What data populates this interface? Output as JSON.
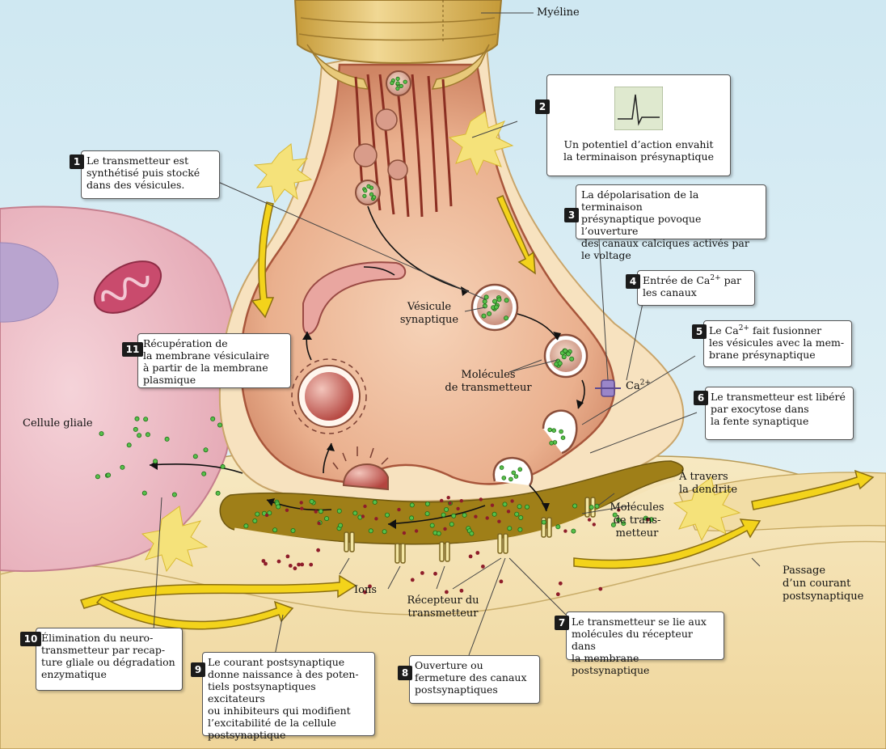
{
  "labels": {
    "myelin": "Myéline",
    "glial_cell": "Cellule gliale",
    "vesicle_line1": "Vésicule",
    "vesicle_line2": "synaptique",
    "transmitter_molecules_line1": "Molécules",
    "transmitter_molecules_line2": "de transmetteur",
    "calcium": "Ca",
    "calcium_charge": "2+",
    "dendrite_line1": "À travers",
    "dendrite_line2": "la dendrite",
    "right_molecules_line1": "Molécules",
    "right_molecules_line2": "de trans-",
    "right_molecules_line3": "metteur",
    "ions": "Ions",
    "receptor_line1": "Récepteur du",
    "receptor_line2": "transmetteur",
    "current_line1": "Passage",
    "current_line2": "d’un courant",
    "current_line3": "postsynaptique"
  },
  "steps": [
    {
      "num": "1",
      "lines": [
        "Le transmetteur est",
        "synthétisé puis stocké",
        "dans des vésicules."
      ]
    },
    {
      "num": "2",
      "lines": [
        "Un potentiel d’action envahit",
        "la terminaison présynaptique"
      ]
    },
    {
      "num": "3",
      "lines": [
        "La dépolarisation de la terminaison",
        "présynaptique povoque l’ouverture",
        "des canaux calciques activés par",
        "le voltage"
      ]
    },
    {
      "num": "4",
      "line1_pre": "Entrée de Ca",
      "line1_sup": "2+",
      "line1_post": " par",
      "line2": "les canaux"
    },
    {
      "num": "5",
      "line1_pre": "Le Ca",
      "line1_sup": "2+",
      "line1_post": " fait fusionner",
      "lines_rest": [
        "les vésicules avec la mem-",
        "brane présynaptique"
      ]
    },
    {
      "num": "6",
      "lines": [
        "Le transmetteur est libéré",
        "par exocytose dans",
        "la fente synaptique"
      ]
    },
    {
      "num": "7",
      "lines": [
        "Le transmetteur se lie aux",
        "molécules du récepteur dans",
        "la membrane postsynaptique"
      ]
    },
    {
      "num": "8",
      "lines": [
        "Ouverture ou",
        "fermeture des canaux",
        "postsynaptiques"
      ]
    },
    {
      "num": "9",
      "lines": [
        "Le courant postsynaptique",
        "donne naissance à des poten-",
        "tiels postsynaptiques excitateurs",
        "ou inhibiteurs qui modifient",
        "l’excitabilité de la cellule",
        "postsynaptique"
      ]
    },
    {
      "num": "10",
      "lines": [
        "Élimination du neuro-",
        "transmetteur par recap-",
        "ture gliale ou dégradation",
        "enzymatique"
      ]
    },
    {
      "num": "11",
      "lines": [
        "Récupération de",
        "la membrane vésiculaire",
        "à partir de la membrane",
        "plasmique"
      ]
    }
  ],
  "colors": {
    "background_sky": "#d7ecf3",
    "glial_cell": "#ecbdc6",
    "terminal": "#e2a483",
    "terminal_inner": "#f1c4a6",
    "myelin": "#e8c97a",
    "postsynaptic": "#f5e3b6",
    "cleft": "#9a7b12",
    "transmitter_dot": "#3fae3a",
    "ion_dot": "#8e1d2a",
    "arrow_yellow": "#f3d31b"
  }
}
